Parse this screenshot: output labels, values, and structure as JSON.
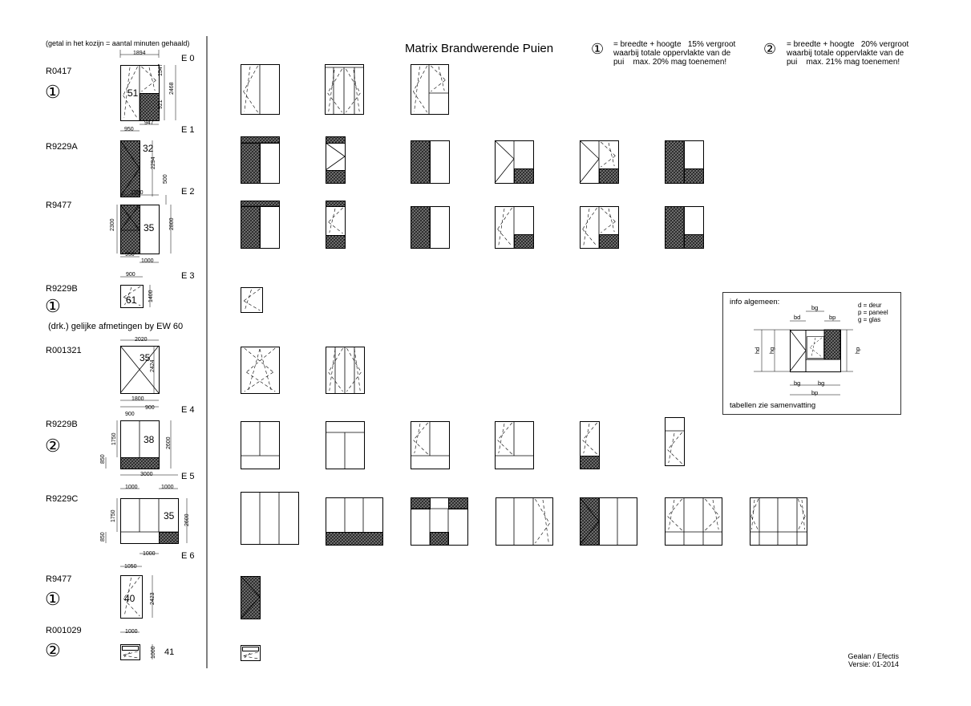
{
  "title": "Matrix Brandwerende Puien",
  "header_note": "(getal in het kozijn = aantal minuten gehaald)",
  "legend": [
    {
      "symbol": "①",
      "text": "= breedte + hoogte   15% vergroot\nwaarbij totale oppervlakte van de\npui    max. 20% mag toenemen!"
    },
    {
      "symbol": "②",
      "text": "= breedte + hoogte   20% vergroot\nwaarbij totale oppervlakte van de\npui    max. 21% mag toenemen!"
    }
  ],
  "rows": [
    {
      "code": "R0417",
      "symbol": "①",
      "e_label": "E 0",
      "minutes": "51",
      "dims": [
        "1894",
        "1547",
        "2468",
        "921",
        "947",
        "950"
      ]
    },
    {
      "code": "R9229A",
      "symbol": "",
      "e_label": "E 1",
      "minutes": "32",
      "dims": [
        "2294"
      ]
    },
    {
      "code": "R9477",
      "symbol": "",
      "e_label": "E 2",
      "minutes": "35",
      "dims": [
        "1950",
        "500",
        "2300",
        "2800",
        "950",
        "1000"
      ]
    },
    {
      "code": "R9229B",
      "symbol": "①",
      "e_label": "E 3",
      "minutes": "61",
      "dims": [
        "900",
        "1400"
      ]
    },
    {
      "code": "R001321",
      "symbol": "",
      "e_label": "",
      "minutes": "35",
      "dims": [
        "2020",
        "2424",
        "1800"
      ]
    },
    {
      "code": "R9229B",
      "symbol": "②",
      "e_label": "E 4",
      "minutes": "38",
      "dims": [
        "900",
        "900",
        "1750",
        "2600",
        "850"
      ]
    },
    {
      "code": "R9229C",
      "symbol": "",
      "e_label": "E 5",
      "minutes": "35",
      "dims": [
        "3000",
        "1000",
        "1000",
        "1750",
        "2600",
        "850",
        "1000"
      ]
    },
    {
      "code": "R9477",
      "symbol": "①",
      "e_label": "E 6",
      "minutes": "40",
      "dims": [
        "1050",
        "2423"
      ]
    },
    {
      "code": "R001029",
      "symbol": "②",
      "e_label": "",
      "minutes": "41",
      "dims": [
        "1000",
        "1000"
      ]
    }
  ],
  "note_same_size": "(drk.) gelijke afmetingen by EW 60",
  "info": {
    "title": "info algemeen:",
    "legend": "d = deur\np = paneel\ng = glas",
    "labels": [
      "bg",
      "bd",
      "bp",
      "hd",
      "hg",
      "hp",
      "bg",
      "bg",
      "bp"
    ],
    "footer": "tabellen zie samenvatting"
  },
  "footer": "Gealan / Efectis\nVersie: 01-2014",
  "colors": {
    "line": "#000000",
    "hatch": "#444444",
    "background": "#ffffff"
  }
}
